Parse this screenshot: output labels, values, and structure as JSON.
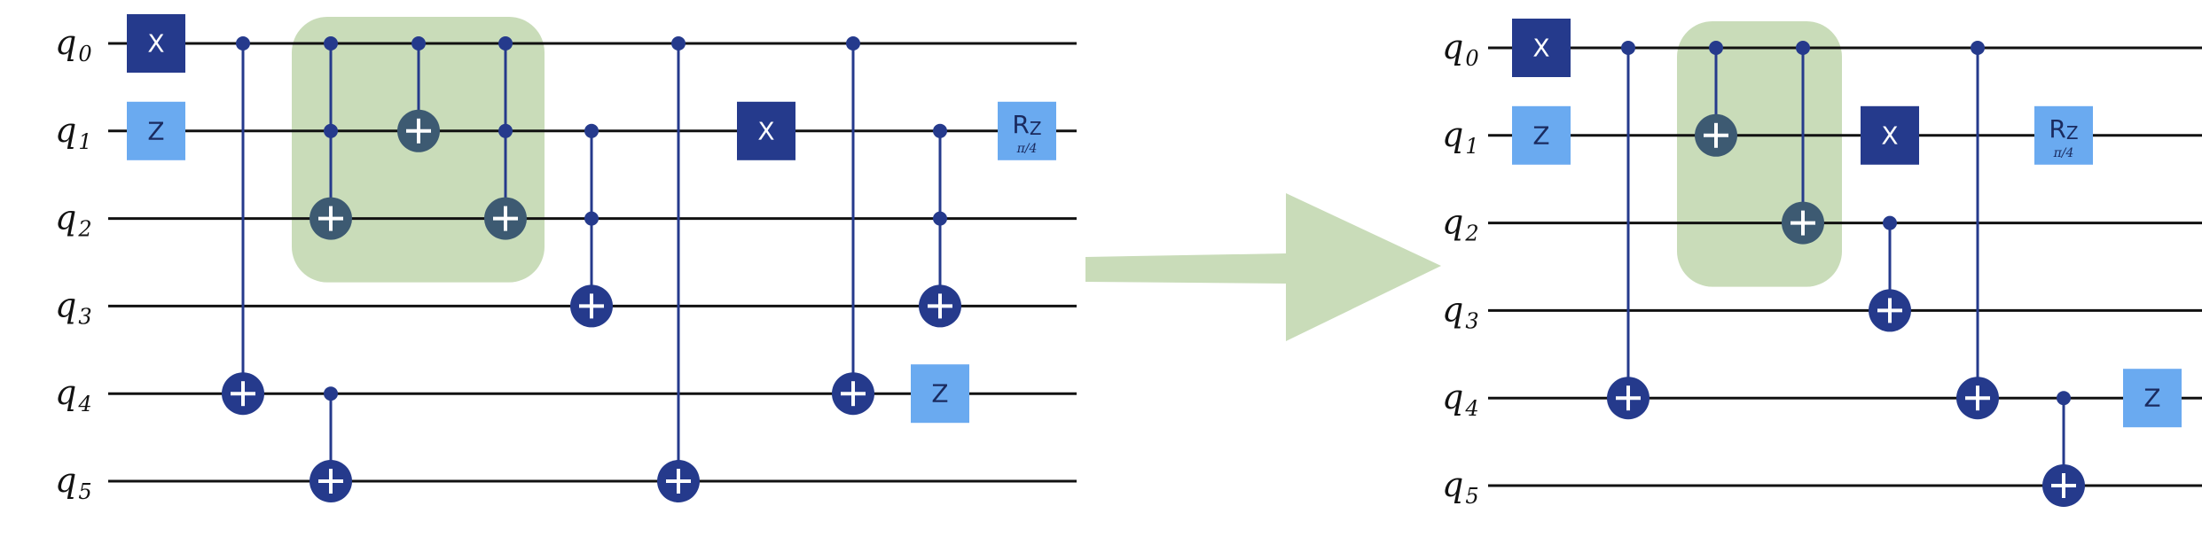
{
  "colors": {
    "wire": "#111111",
    "control": "#253a8c",
    "target": "#253a8c",
    "target_in_block": "#3d5a72",
    "target_plus": "#ffffff",
    "x_gate": "#253a8c",
    "z_gate": "#6aaaf0",
    "block_highlight": "#c9dcb9",
    "arrow": "#c9dcb9"
  },
  "qubit_labels": [
    {
      "base": "q",
      "sub": "0"
    },
    {
      "base": "q",
      "sub": "1"
    },
    {
      "base": "q",
      "sub": "2"
    },
    {
      "base": "q",
      "sub": "3"
    },
    {
      "base": "q",
      "sub": "4"
    },
    {
      "base": "q",
      "sub": "5"
    }
  ],
  "gate_labels": {
    "x": "X",
    "z": "Z",
    "rz_main": "R",
    "rz_sub": "Z",
    "rz_param": "π/4"
  },
  "circuits": [
    {
      "name": "original-circuit",
      "single_gates": [
        {
          "type": "x",
          "qubit": 0,
          "col": 0
        },
        {
          "type": "z",
          "qubit": 1,
          "col": 0
        },
        {
          "type": "x",
          "qubit": 1,
          "col": 7
        },
        {
          "type": "z",
          "qubit": 4,
          "col": 9
        },
        {
          "type": "rz",
          "qubit": 1,
          "col": 10
        }
      ],
      "multi_gates": [
        {
          "controls": [
            0
          ],
          "target": 4,
          "col": 1
        },
        {
          "controls": [
            4
          ],
          "target": 5,
          "col": 2
        },
        {
          "controls": [
            0,
            1
          ],
          "target": 2,
          "col": 2,
          "in_block": true
        },
        {
          "controls": [
            0
          ],
          "target": 1,
          "col": 3,
          "in_block": true
        },
        {
          "controls": [
            0,
            1
          ],
          "target": 2,
          "col": 4,
          "in_block": true
        },
        {
          "controls": [
            1,
            2
          ],
          "target": 3,
          "col": 5
        },
        {
          "controls": [
            0
          ],
          "target": 5,
          "col": 6
        },
        {
          "controls": [
            0
          ],
          "target": 4,
          "col": 8
        },
        {
          "controls": [
            1,
            2
          ],
          "target": 3,
          "col": 9
        }
      ],
      "blocks": [
        {
          "col_start": 2,
          "col_end": 4,
          "qubit_start": 0,
          "qubit_end": 2
        }
      ]
    },
    {
      "name": "optimized-circuit",
      "single_gates": [
        {
          "type": "x",
          "qubit": 0,
          "col": 0
        },
        {
          "type": "z",
          "qubit": 1,
          "col": 0
        },
        {
          "type": "x",
          "qubit": 1,
          "col": 4
        },
        {
          "type": "rz",
          "qubit": 1,
          "col": 6
        },
        {
          "type": "z",
          "qubit": 4,
          "col": 7
        }
      ],
      "multi_gates": [
        {
          "controls": [
            0
          ],
          "target": 4,
          "col": 1
        },
        {
          "controls": [
            0
          ],
          "target": 1,
          "col": 2,
          "in_block": true
        },
        {
          "controls": [
            0
          ],
          "target": 2,
          "col": 3,
          "in_block": true
        },
        {
          "controls": [
            2
          ],
          "target": 3,
          "col": 4
        },
        {
          "controls": [
            0
          ],
          "target": 4,
          "col": 5
        },
        {
          "controls": [
            4
          ],
          "target": 5,
          "col": 6
        }
      ],
      "blocks": [
        {
          "col_start": 2,
          "col_end": 3,
          "qubit_start": 0,
          "qubit_end": 2
        }
      ]
    }
  ]
}
